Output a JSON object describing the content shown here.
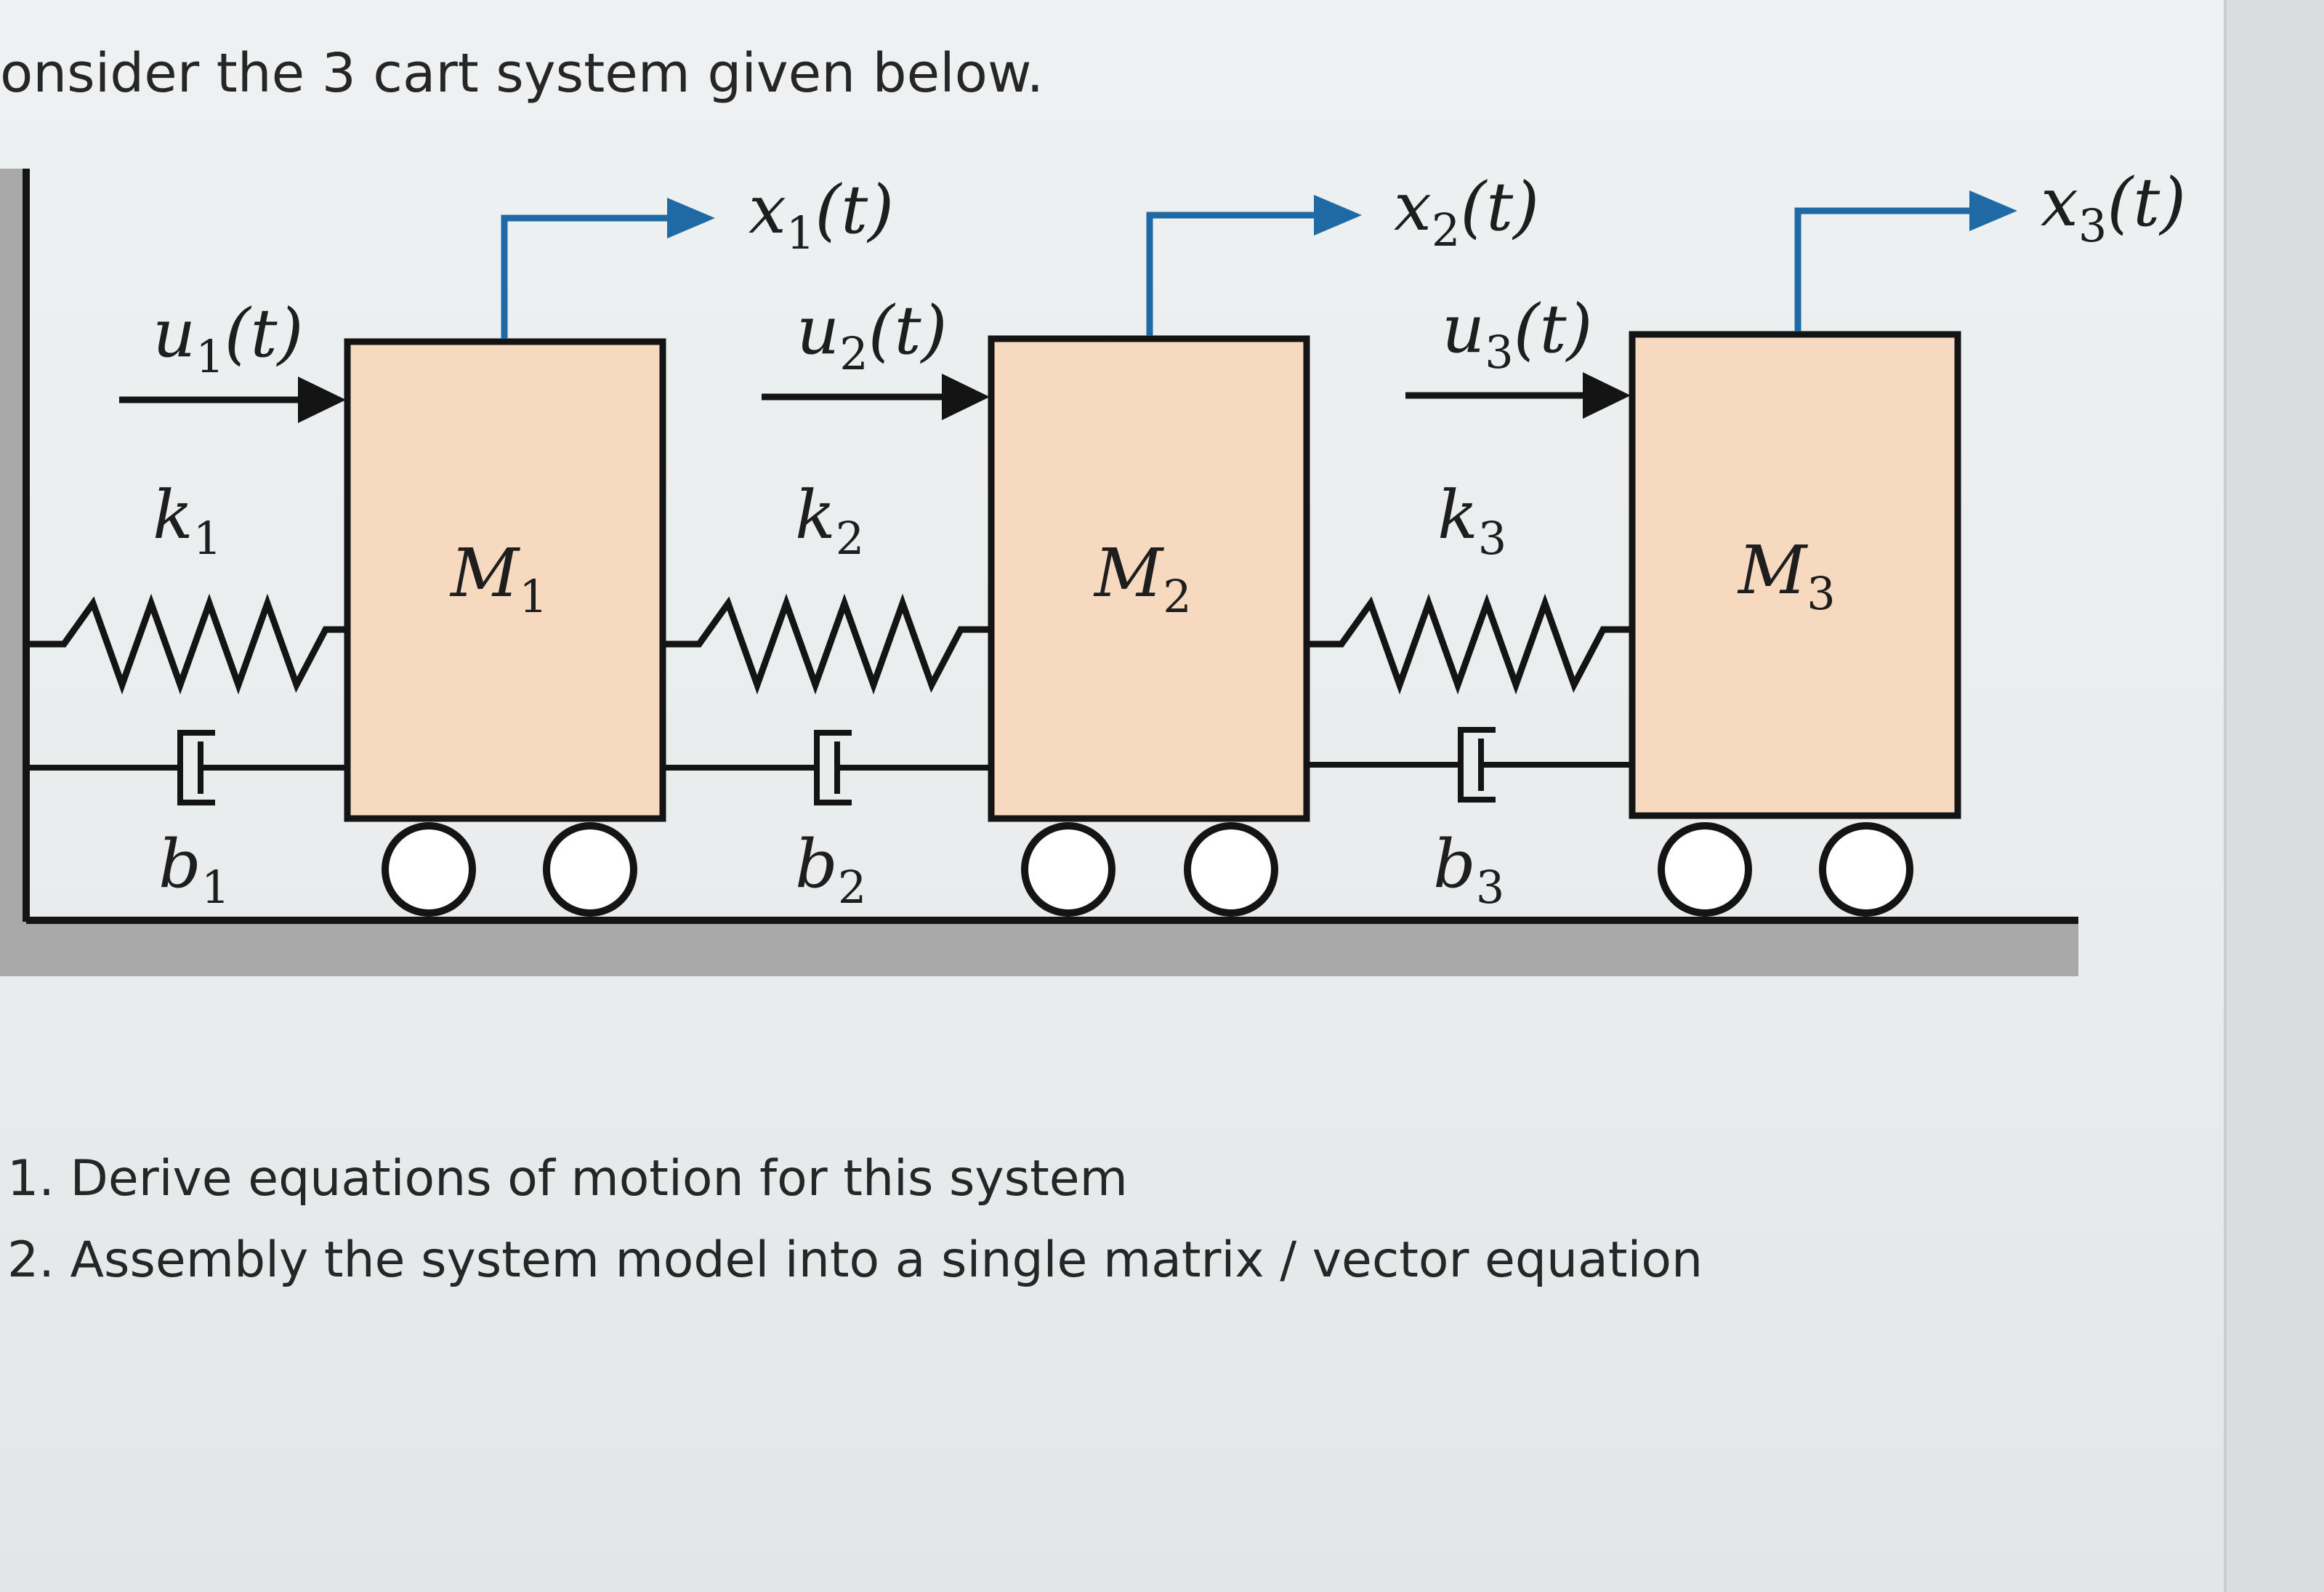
{
  "text": {
    "intro": "onsider the 3 cart system given below.",
    "questions": [
      "1. Derive equations of motion for this system",
      "2. Assembly the system model into a single matrix / vector equation"
    ]
  },
  "diagram": {
    "masses": [
      {
        "base": "M",
        "sub": "1"
      },
      {
        "base": "M",
        "sub": "2"
      },
      {
        "base": "M",
        "sub": "3"
      }
    ],
    "springs": [
      {
        "base": "k",
        "sub": "1"
      },
      {
        "base": "k",
        "sub": "2"
      },
      {
        "base": "k",
        "sub": "3"
      }
    ],
    "dampers": [
      {
        "base": "b",
        "sub": "1"
      },
      {
        "base": "b",
        "sub": "2"
      },
      {
        "base": "b",
        "sub": "3"
      }
    ],
    "forces": [
      {
        "base": "u",
        "sub": "1",
        "arg": "(t)"
      },
      {
        "base": "u",
        "sub": "2",
        "arg": "(t)"
      },
      {
        "base": "u",
        "sub": "3",
        "arg": "(t)"
      }
    ],
    "displacements": [
      {
        "base": "x",
        "sub": "1",
        "arg": "(t)"
      },
      {
        "base": "x",
        "sub": "2",
        "arg": "(t)"
      },
      {
        "base": "x",
        "sub": "3",
        "arg": "(t)"
      }
    ],
    "colors": {
      "cart_fill": "#f6d9bf",
      "arrow_blue": "#1f6aa5",
      "floor_gray": "#a9a9a9",
      "stroke": "#141414"
    }
  }
}
